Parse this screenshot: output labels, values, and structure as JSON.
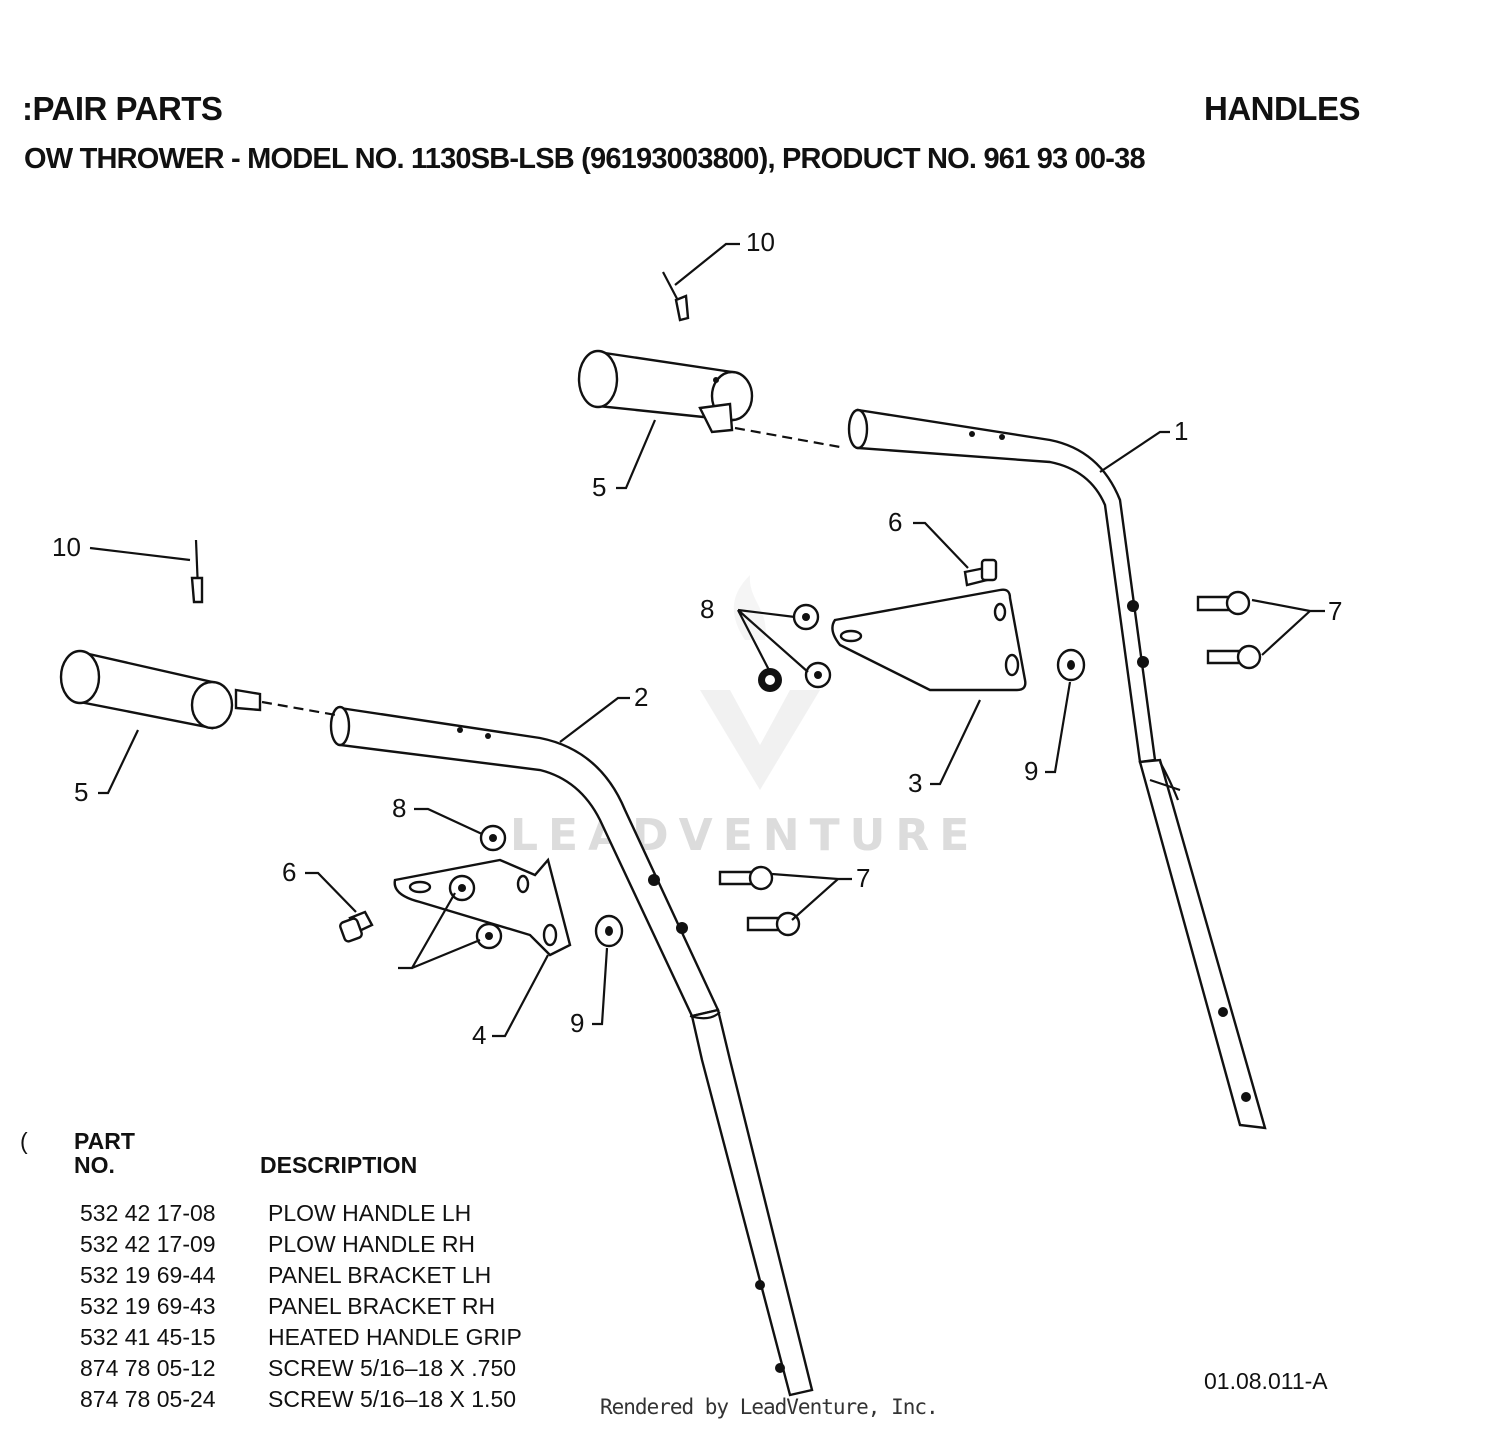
{
  "header": {
    "title_left": ":PAIR PARTS",
    "title_right": "HANDLES",
    "subtitle": "OW THROWER - MODEL NO. 1130SB-LSB (96193003800), PRODUCT NO. 961 93 00-38"
  },
  "diagram": {
    "callouts": [
      "10",
      "10",
      "1",
      "2",
      "3",
      "4",
      "5",
      "5",
      "6",
      "6",
      "7",
      "7",
      "8",
      "8",
      "9",
      "9"
    ],
    "watermark": "LEADVENTURE"
  },
  "parts_table": {
    "key_fragment": "(",
    "header_part_no_line1": "PART",
    "header_part_no_line2": "NO.",
    "header_description": "DESCRIPTION",
    "rows": [
      {
        "part_no": "532 42 17-08",
        "description": "PLOW HANDLE LH"
      },
      {
        "part_no": "532 42 17-09",
        "description": "PLOW HANDLE RH"
      },
      {
        "part_no": "532 19 69-44",
        "description": "PANEL BRACKET LH"
      },
      {
        "part_no": "532 19 69-43",
        "description": "PANEL BRACKET RH"
      },
      {
        "part_no": "532 41 45-15",
        "description": "HEATED HANDLE GRIP"
      },
      {
        "part_no": "874 78 05-12",
        "description": "SCREW 5/16–18 X .750"
      },
      {
        "part_no": "874 78 05-24",
        "description": "SCREW 5/16–18 X 1.50"
      }
    ]
  },
  "footer": {
    "figure_id": "01.08.011-A",
    "rendered_by": "Rendered by LeadVenture, Inc."
  }
}
